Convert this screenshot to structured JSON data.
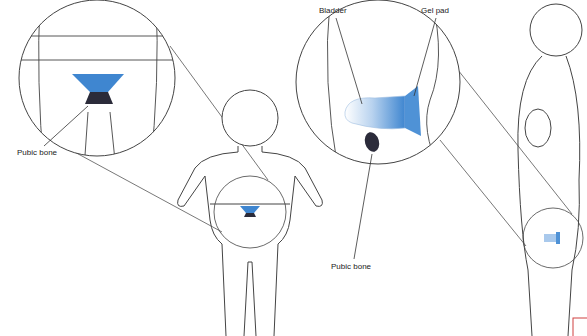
{
  "diagram": {
    "labels": [
      "Bladder",
      "Gel pad",
      "Pubic bone",
      "Pubic bone"
    ]
  }
}
